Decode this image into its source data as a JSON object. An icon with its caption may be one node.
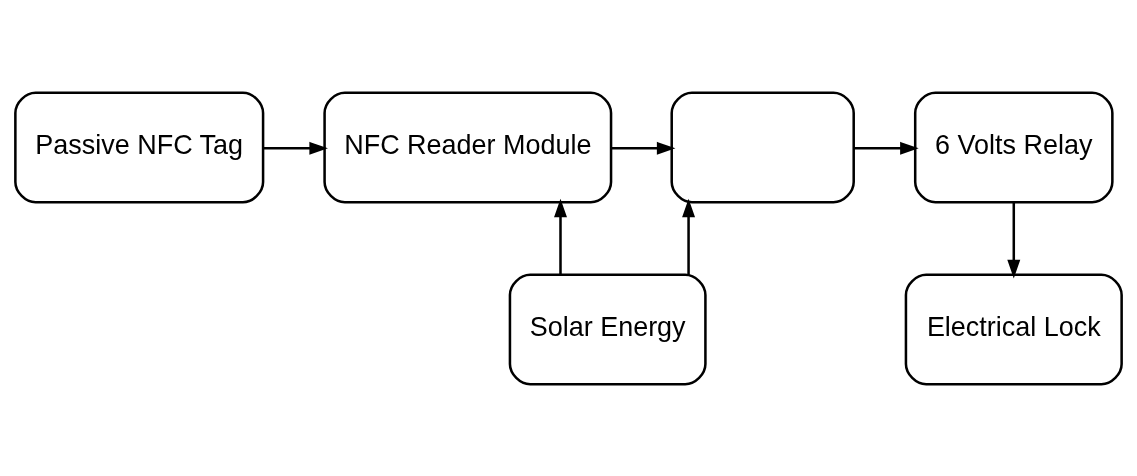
{
  "diagram": {
    "nodes": [
      {
        "text": [
          "Passive NFC Tag"
        ]
      },
      {
        "text": [
          "NFC Reader Module"
        ]
      },
      {
        "text": [],
        "shape": "box"
      },
      {
        "text": [
          "6 Volts Relay"
        ]
      },
      {
        "text": [
          "Solar Energy"
        ]
      },
      {
        "text": [
          "Electrical Lock"
        ]
      }
    ],
    "edges": [
      {
        "from": 0,
        "to": 1,
        "arrow": "to"
      },
      {
        "from": 1,
        "to": 2,
        "arrow": "to"
      },
      {
        "from": 2,
        "to": 3,
        "arrow": "to"
      },
      {
        "from": 4,
        "to": 1,
        "arrow": "to"
      },
      {
        "from": 4,
        "to": 2,
        "arrow": "to"
      },
      {
        "from": 3,
        "to": 5,
        "arrow": "to"
      }
    ]
  }
}
